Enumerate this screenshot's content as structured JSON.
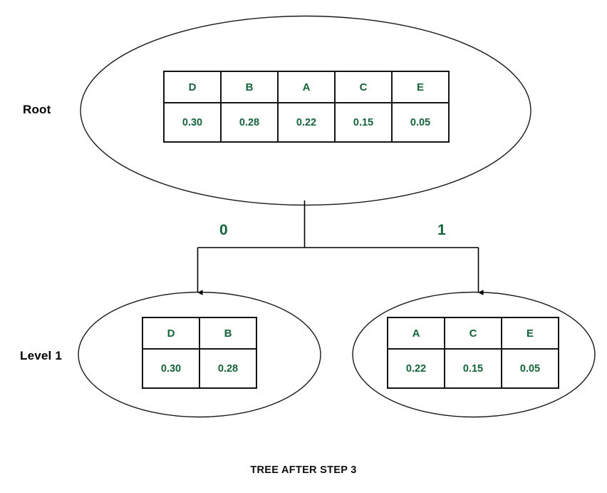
{
  "caption": "TREE AFTER STEP 3",
  "colors": {
    "symbol_text": "#15633a",
    "label_text": "#000000",
    "table_border": "#141414",
    "node_outline": "#1a1a1a",
    "edge_line": "#000000",
    "background": "#ffffff"
  },
  "levels": {
    "root_label": "Root",
    "level1_label": "Level 1"
  },
  "edges": {
    "left_bit": "0",
    "right_bit": "1"
  },
  "nodes": {
    "root": {
      "name": "root-node",
      "symbols": [
        "D",
        "B",
        "A",
        "C",
        "E"
      ],
      "probabilities": [
        "0.30",
        "0.28",
        "0.22",
        "0.15",
        "0.05"
      ]
    },
    "left_child": {
      "name": "left-child-node",
      "symbols": [
        "D",
        "B"
      ],
      "probabilities": [
        "0.30",
        "0.28"
      ]
    },
    "right_child": {
      "name": "right-child-node",
      "symbols": [
        "A",
        "C",
        "E"
      ],
      "probabilities": [
        "0.22",
        "0.15",
        "0.05"
      ]
    }
  },
  "chart_data": {
    "type": "diagram",
    "title": "TREE AFTER STEP 3",
    "structure": "binary-partition-tree",
    "root": {
      "level": "Root",
      "symbols": [
        "D",
        "B",
        "A",
        "C",
        "E"
      ],
      "probabilities": [
        0.3,
        0.28,
        0.22,
        0.15,
        0.05
      ]
    },
    "children": [
      {
        "level": "Level 1",
        "edge_label": "0",
        "symbols": [
          "D",
          "B"
        ],
        "probabilities": [
          0.3,
          0.28
        ]
      },
      {
        "level": "Level 1",
        "edge_label": "1",
        "symbols": [
          "A",
          "C",
          "E"
        ],
        "probabilities": [
          0.22,
          0.15,
          0.05
        ]
      }
    ]
  }
}
